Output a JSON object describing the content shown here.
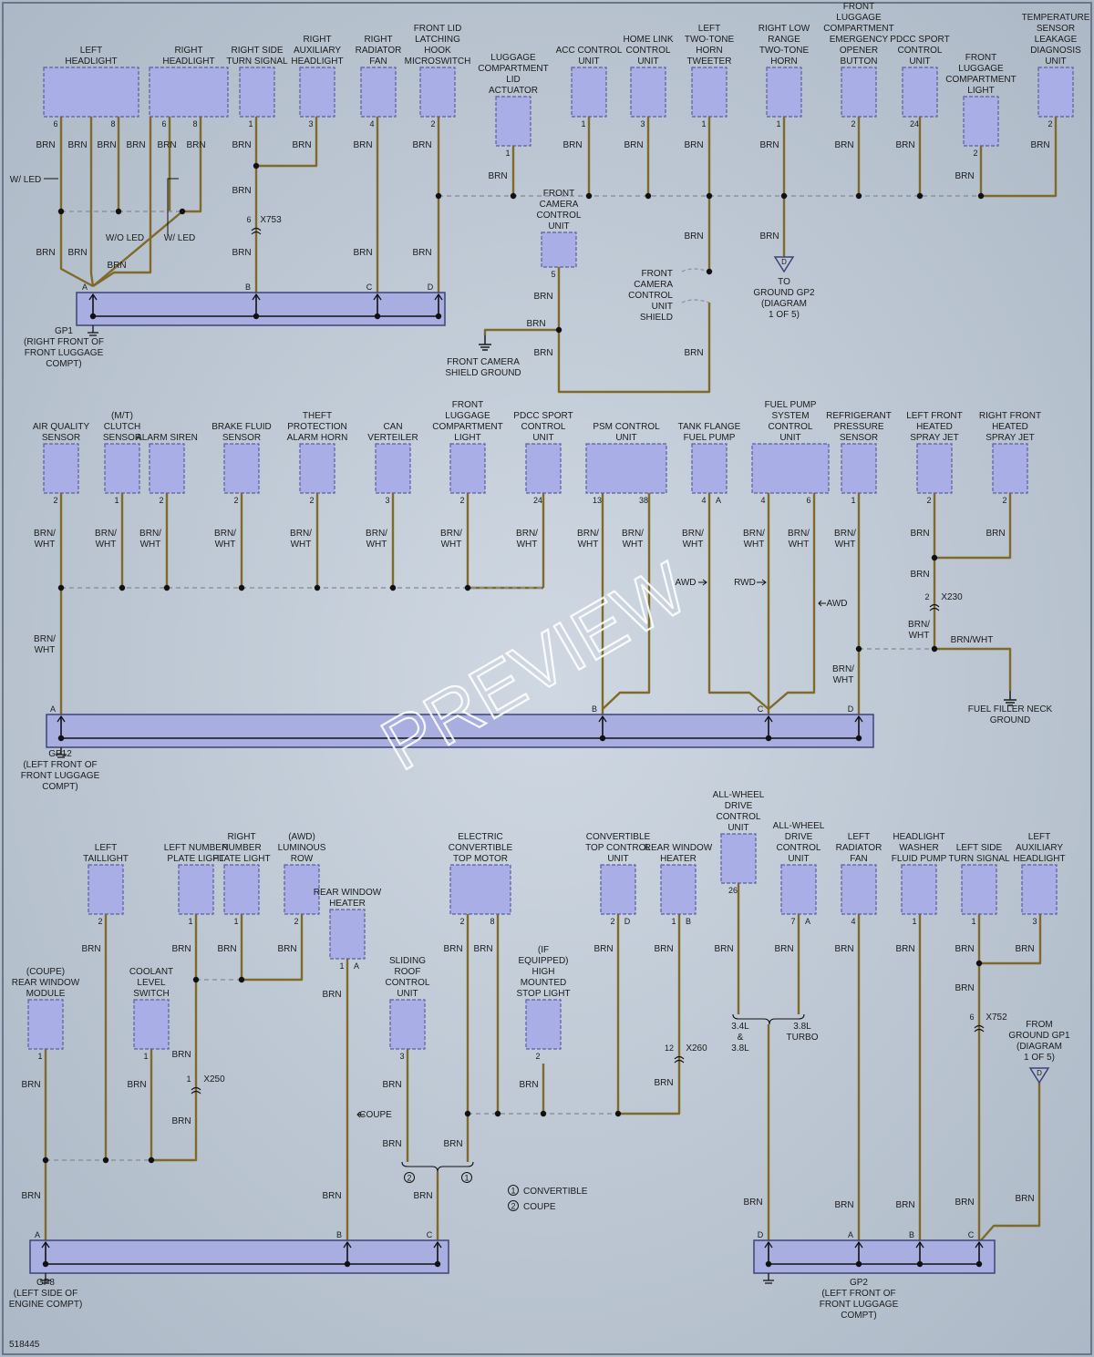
{
  "figure_id": "518445",
  "watermark": "PREVIEW",
  "colors": {
    "background": "#c9d3de",
    "wire": "#7f6a2a",
    "component_fill": "#a9afe6",
    "component_stroke": "#5a5f9e",
    "bus_fill": "#a8aedf",
    "bus_stroke": "#3e4378",
    "text": "#1b1b1b"
  },
  "components": [
    {
      "name": "LEFT HEADLIGHT",
      "pins": [
        "6",
        "8"
      ],
      "wires": [
        "BRN",
        "BRN"
      ]
    },
    {
      "name": "RIGHT HEADLIGHT",
      "pins": [
        "6",
        "8"
      ],
      "wires": [
        "BRN",
        "BRN"
      ]
    },
    {
      "name": "RIGHT SIDE TURN SIGNAL",
      "pins": [
        "1"
      ],
      "wires": [
        "BRN"
      ]
    },
    {
      "name": "RIGHT AUXILIARY HEADLIGHT",
      "pins": [
        "3"
      ],
      "wires": [
        "BRN"
      ]
    },
    {
      "name": "RIGHT RADIATOR FAN",
      "pins": [
        "4"
      ],
      "wires": [
        "BRN"
      ]
    },
    {
      "name": "FRONT LID LATCHING HOOK MICROSWITCH",
      "pins": [
        "2"
      ],
      "wires": [
        "BRN"
      ]
    },
    {
      "name": "LUGGAGE COMPARTMENT LID ACTUATOR",
      "pins": [
        "1"
      ],
      "wires": [
        "BRN"
      ]
    },
    {
      "name": "ACC CONTROL UNIT",
      "pins": [
        "1"
      ],
      "wires": [
        "BRN"
      ]
    },
    {
      "name": "HOME LINK CONTROL UNIT",
      "pins": [
        "3"
      ],
      "wires": [
        "BRN"
      ]
    },
    {
      "name": "LEFT TWO-TONE HORN TWEETER",
      "pins": [
        "1"
      ],
      "wires": [
        "BRN"
      ]
    },
    {
      "name": "RIGHT LOW RANGE TWO-TONE HORN",
      "pins": [
        "1"
      ],
      "wires": [
        "BRN"
      ]
    },
    {
      "name": "FRONT LUGGAGE COMPARTMENT EMERGENCY OPENER BUTTON",
      "pins": [
        "2"
      ],
      "wires": [
        "BRN"
      ]
    },
    {
      "name": "PDCC SPORT CONTROL UNIT",
      "pins": [
        "24"
      ],
      "wires": [
        "BRN"
      ]
    },
    {
      "name": "FRONT LUGGAGE COMPARTMENT LIGHT",
      "pins": [
        "2"
      ],
      "wires": [
        "BRN"
      ]
    },
    {
      "name": "TEMPERATURE SENSOR LEAKAGE DIAGNOSIS UNIT",
      "pins": [
        "2"
      ],
      "wires": [
        "BRN"
      ]
    },
    {
      "name": "FRONT CAMERA CONTROL UNIT",
      "pins": [
        "5"
      ],
      "wires": [
        "BRN"
      ]
    },
    {
      "name": "AIR QUALITY SENSOR",
      "pins": [
        "2"
      ],
      "wires": [
        "BRN/ WHT"
      ]
    },
    {
      "name": "(M/T) CLUTCH SENSOR",
      "pins": [
        "1"
      ],
      "wires": [
        "BRN/ WHT"
      ]
    },
    {
      "name": "ALARM SIREN",
      "pins": [
        "2"
      ],
      "wires": [
        "BRN/ WHT"
      ]
    },
    {
      "name": "BRAKE FLUID SENSOR",
      "pins": [
        "2"
      ],
      "wires": [
        "BRN/ WHT"
      ]
    },
    {
      "name": "THEFT PROTECTION ALARM HORN",
      "pins": [
        "2"
      ],
      "wires": [
        "BRN/ WHT"
      ]
    },
    {
      "name": "CAN VERTEILER",
      "pins": [
        "3"
      ],
      "wires": [
        "BRN/ WHT"
      ]
    },
    {
      "name": "FRONT LUGGAGE COMPARTMENT LIGHT",
      "pins": [
        "2"
      ],
      "wires": [
        "BRN/ WHT"
      ]
    },
    {
      "name": "PDCC SPORT CONTROL UNIT",
      "pins": [
        "24"
      ],
      "wires": [
        "BRN/ WHT"
      ]
    },
    {
      "name": "PSM CONTROL UNIT",
      "pins": [
        "13",
        "38"
      ],
      "wires": [
        "BRN/ WHT",
        "BRN/ WHT"
      ]
    },
    {
      "name": "TANK FLANGE FUEL PUMP",
      "pins": [
        "4",
        "A"
      ],
      "wires": [
        "BRN/ WHT"
      ]
    },
    {
      "name": "FUEL PUMP SYSTEM CONTROL UNIT",
      "pins": [
        "4",
        "6"
      ],
      "wires": [
        "BRN/ WHT",
        "BRN/ WHT"
      ]
    },
    {
      "name": "REFRIGERANT PRESSURE SENSOR",
      "pins": [
        "1"
      ],
      "wires": [
        "BRN/ WHT"
      ]
    },
    {
      "name": "LEFT FRONT HEATED SPRAY JET",
      "pins": [
        "2"
      ],
      "wires": [
        "BRN"
      ]
    },
    {
      "name": "RIGHT FRONT HEATED SPRAY JET",
      "pins": [
        "2"
      ],
      "wires": [
        "BRN"
      ]
    },
    {
      "name": "LEFT TAILLIGHT",
      "pins": [
        "2"
      ],
      "wires": [
        "BRN"
      ]
    },
    {
      "name": "LEFT NUMBER PLATE LIGHT",
      "pins": [
        "1"
      ],
      "wires": [
        "BRN"
      ]
    },
    {
      "name": "RIGHT NUMBER PLATE LIGHT",
      "pins": [
        "1"
      ],
      "wires": [
        "BRN"
      ]
    },
    {
      "name": "(AWD) LUMINOUS ROW",
      "pins": [
        "2"
      ],
      "wires": [
        "BRN"
      ]
    },
    {
      "name": "REAR WINDOW HEATER",
      "pins": [
        "1",
        "A"
      ],
      "wires": [
        "BRN"
      ]
    },
    {
      "name": "(COUPE) REAR WINDOW MODULE",
      "pins": [
        "1"
      ],
      "wires": [
        "BRN"
      ]
    },
    {
      "name": "COOLANT LEVEL SWITCH",
      "pins": [
        "1"
      ],
      "wires": [
        "BRN"
      ]
    },
    {
      "name": "SLIDING ROOF CONTROL UNIT",
      "pins": [
        "3"
      ],
      "wires": [
        "BRN"
      ]
    },
    {
      "name": "ELECTRIC CONVERTIBLE TOP MOTOR",
      "pins": [
        "2",
        "8"
      ],
      "wires": [
        "BRN",
        "BRN"
      ]
    },
    {
      "name": "(IF EQUIPPED) HIGH MOUNTED STOP LIGHT",
      "pins": [
        "2"
      ],
      "wires": [
        "BRN"
      ]
    },
    {
      "name": "CONVERTIBLE TOP CONTROL UNIT",
      "pins": [
        "2",
        "D"
      ],
      "wires": [
        "BRN"
      ]
    },
    {
      "name": "REAR WINDOW HEATER",
      "pins": [
        "1",
        "B"
      ],
      "wires": [
        "BRN"
      ]
    },
    {
      "name": "ALL-WHEEL DRIVE CONTROL UNIT",
      "pins": [
        "26"
      ],
      "wires": [
        "BRN"
      ]
    },
    {
      "name": "ALL-WHEEL DRIVE CONTROL UNIT",
      "pins": [
        "7",
        "A"
      ],
      "wires": [
        "BRN"
      ]
    },
    {
      "name": "LEFT RADIATOR FAN",
      "pins": [
        "4"
      ],
      "wires": [
        "BRN"
      ]
    },
    {
      "name": "HEADLIGHT WASHER FLUID PUMP",
      "pins": [
        "1"
      ],
      "wires": [
        "BRN"
      ]
    },
    {
      "name": "LEFT SIDE TURN SIGNAL",
      "pins": [
        "1"
      ],
      "wires": [
        "BRN"
      ]
    },
    {
      "name": "LEFT AUXILIARY HEADLIGHT",
      "pins": [
        "3"
      ],
      "wires": [
        "BRN"
      ]
    }
  ],
  "ground_points": [
    {
      "id": "GP1",
      "location": "(RIGHT FRONT OF FRONT LUGGAGE COMPT)",
      "pins": [
        "A",
        "B",
        "C",
        "D"
      ]
    },
    {
      "id": "GP12",
      "location": "(LEFT FRONT OF FRONT LUGGAGE COMPT)",
      "pins": [
        "A",
        "B",
        "C",
        "D"
      ]
    },
    {
      "id": "GP8",
      "location": "(LEFT SIDE OF ENGINE COMPT)",
      "pins": [
        "A",
        "B",
        "C"
      ]
    },
    {
      "id": "GP2",
      "location": "(LEFT FRONT OF FRONT LUGGAGE COMPT)",
      "pins": [
        "D",
        "A",
        "B",
        "C"
      ]
    }
  ],
  "grounds": [
    {
      "label": "FRONT CAMERA SHIELD GROUND"
    },
    {
      "label": "FUEL FILLER NECK GROUND"
    }
  ],
  "connectors": [
    "X753",
    "X230",
    "X250",
    "X260",
    "X752"
  ],
  "connector_pins": {
    "X753": "6",
    "X230": "2",
    "X250": "1",
    "X260": "12",
    "X752": "6"
  },
  "references": [
    {
      "text": "TO GROUND GP2 (DIAGRAM 1 OF 5)",
      "pin": "D"
    },
    {
      "text": "FROM GROUND GP1 (DIAGRAM 1 OF 5)",
      "pin": "D"
    }
  ],
  "shield_label": "FRONT CAMERA CONTROL UNIT SHIELD",
  "annotations": {
    "w_led": "W/ LED",
    "wo_led": "W/O LED",
    "awd": "AWD",
    "rwd": "RWD",
    "coupe": "COUPE",
    "engine_34": "3.4L & 3.8L",
    "engine_38t": "3.8L TURBO"
  },
  "legend": [
    {
      "symbol": "1",
      "label": "CONVERTIBLE"
    },
    {
      "symbol": "2",
      "label": "COUPE"
    }
  ],
  "wire_colors": [
    "BRN",
    "BRN/ WHT",
    "BRN/WHT"
  ]
}
